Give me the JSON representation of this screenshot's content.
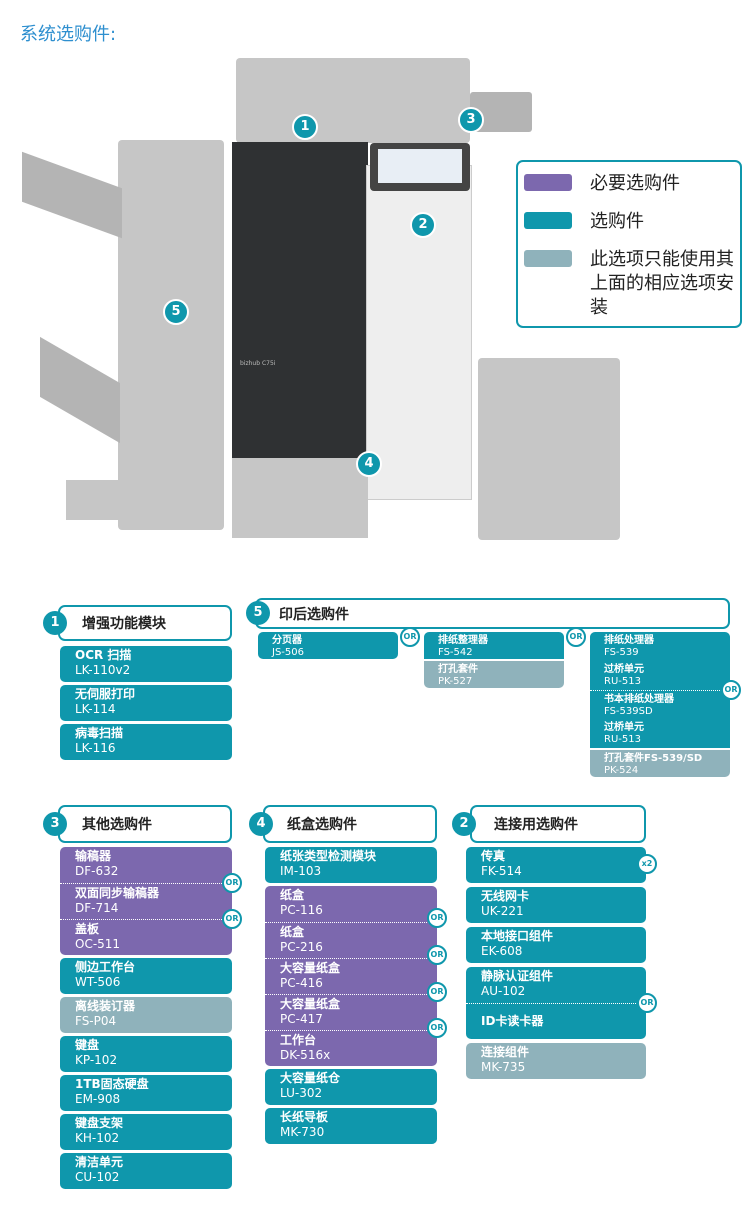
{
  "title": "系统选购件:",
  "colors": {
    "required": "#7c68ae",
    "option": "#0f97ac",
    "conditional": "#8fb2bb",
    "accent": "#0f97ac"
  },
  "printer": {
    "model_label": "bizhub C75i"
  },
  "badges": [
    "1",
    "2",
    "3",
    "4",
    "5"
  ],
  "legend": [
    {
      "label": "必要选购件"
    },
    {
      "label": "选购件"
    },
    {
      "label": "此选项只能使用其上面的相应选项安装"
    }
  ],
  "or_label": "OR",
  "x2_label": "x2",
  "s1": {
    "num": "1",
    "title": "增强功能模块",
    "items": [
      {
        "name": "OCR 扫描",
        "code": "LK-110v2"
      },
      {
        "name": "无伺服打印",
        "code": "LK-114"
      },
      {
        "name": "病毒扫描",
        "code": "LK-116"
      }
    ]
  },
  "s5": {
    "num": "5",
    "title": "印后选购件",
    "items": [
      {
        "name": "分页器",
        "code": "JS-506"
      },
      {
        "name": "排纸整理器",
        "code": "FS-542"
      },
      {
        "name": "打孔套件",
        "code": "PK-527"
      },
      {
        "name": "排纸处理器",
        "code": "FS-539"
      },
      {
        "name": "过桥单元",
        "code": "RU-513"
      },
      {
        "name": "书本排纸处理器",
        "code": "FS-539SD"
      },
      {
        "name": "过桥单元",
        "code": "RU-513"
      },
      {
        "name": "打孔套件FS-539/SD",
        "code": "PK-524"
      }
    ]
  },
  "s3": {
    "num": "3",
    "title": "其他选购件",
    "items": [
      {
        "name": "输稿器",
        "code": "DF-632"
      },
      {
        "name": "双面同步输稿器",
        "code": "DF-714"
      },
      {
        "name": "盖板",
        "code": "OC-511"
      },
      {
        "name": "侧边工作台",
        "code": "WT-506"
      },
      {
        "name": "离线装订器",
        "code": "FS-P04"
      },
      {
        "name": "键盘",
        "code": "KP-102"
      },
      {
        "name": "1TB固态硬盘",
        "code": "EM-908"
      },
      {
        "name": "键盘支架",
        "code": "KH-102"
      },
      {
        "name": "清洁单元",
        "code": "CU-102"
      }
    ]
  },
  "s4": {
    "num": "4",
    "title": "纸盒选购件",
    "items": [
      {
        "name": "纸张类型检测模块",
        "code": "IM-103"
      },
      {
        "name": "纸盒",
        "code": "PC-116"
      },
      {
        "name": "纸盒",
        "code": "PC-216"
      },
      {
        "name": "大容量纸盒",
        "code": "PC-416"
      },
      {
        "name": "大容量纸盒",
        "code": "PC-417"
      },
      {
        "name": "工作台",
        "code": "DK-516x"
      },
      {
        "name": "大容量纸仓",
        "code": "LU-302"
      },
      {
        "name": "长纸导板",
        "code": "MK-730"
      }
    ]
  },
  "s2": {
    "num": "2",
    "title": "连接用选购件",
    "items": [
      {
        "name": "传真",
        "code": "FK-514"
      },
      {
        "name": "无线网卡",
        "code": "UK-221"
      },
      {
        "name": "本地接口组件",
        "code": "EK-608"
      },
      {
        "name": "静脉认证组件",
        "code": "AU-102"
      },
      {
        "name": "ID卡读卡器"
      },
      {
        "name": "连接组件",
        "code": "MK-735"
      }
    ]
  }
}
